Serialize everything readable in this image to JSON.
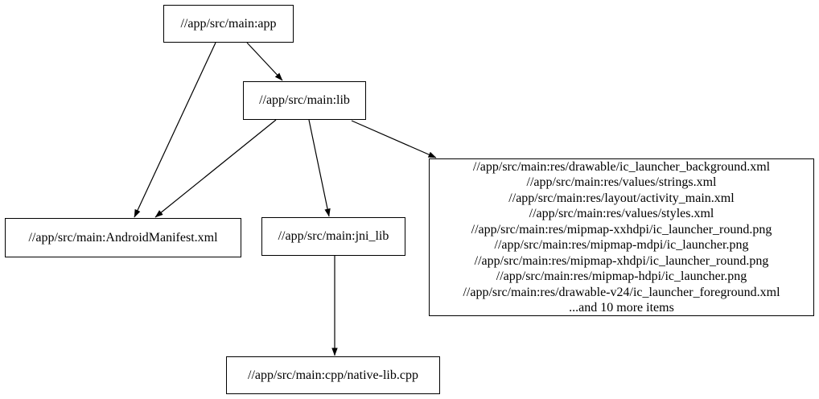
{
  "diagram": {
    "type": "dependency-graph",
    "colors": {
      "background": "#ffffff",
      "node_border": "#000000",
      "edge": "#000000",
      "text": "#000000"
    },
    "nodes": {
      "app": {
        "label": "//app/src/main:app"
      },
      "lib": {
        "label": "//app/src/main:lib"
      },
      "manifest": {
        "label": "//app/src/main:AndroidManifest.xml"
      },
      "jni_lib": {
        "label": "//app/src/main:jni_lib"
      },
      "native_cpp": {
        "label": "//app/src/main:cpp/native-lib.cpp"
      },
      "resources": {
        "lines": [
          "//app/src/main:res/drawable/ic_launcher_background.xml",
          "//app/src/main:res/values/strings.xml",
          "//app/src/main:res/layout/activity_main.xml",
          "//app/src/main:res/values/styles.xml",
          "//app/src/main:res/mipmap-xxhdpi/ic_launcher_round.png",
          "//app/src/main:res/mipmap-mdpi/ic_launcher.png",
          "//app/src/main:res/mipmap-xhdpi/ic_launcher_round.png",
          "//app/src/main:res/mipmap-hdpi/ic_launcher.png",
          "//app/src/main:res/drawable-v24/ic_launcher_foreground.xml",
          "...and 10 more items"
        ]
      }
    },
    "edges": [
      {
        "from": "//app/src/main:app",
        "to": "//app/src/main:AndroidManifest.xml"
      },
      {
        "from": "//app/src/main:app",
        "to": "//app/src/main:lib"
      },
      {
        "from": "//app/src/main:lib",
        "to": "//app/src/main:AndroidManifest.xml"
      },
      {
        "from": "//app/src/main:lib",
        "to": "//app/src/main:jni_lib"
      },
      {
        "from": "//app/src/main:lib",
        "to": "resources-file-group"
      },
      {
        "from": "//app/src/main:jni_lib",
        "to": "//app/src/main:cpp/native-lib.cpp"
      }
    ]
  }
}
